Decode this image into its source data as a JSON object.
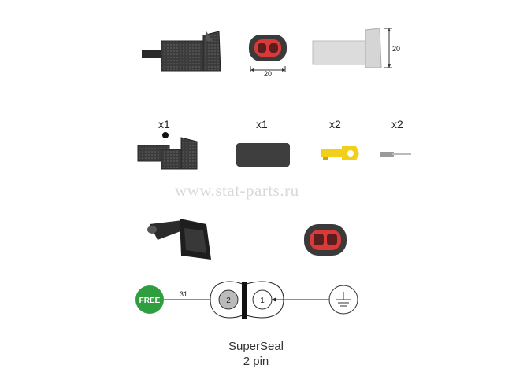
{
  "dimensions": {
    "width": "20",
    "height": "20"
  },
  "quantities": {
    "housing": "x1",
    "seal": "x1",
    "terminal": "x2",
    "pin": "x2"
  },
  "watermark": "www.stat-parts.ru",
  "wiring": {
    "free_label": "FREE",
    "wire_number": "31",
    "pin2": "2",
    "pin1": "1"
  },
  "caption": {
    "line1": "SuperSeal",
    "line2": "2 pin"
  },
  "colors": {
    "body": "#4a4a4a",
    "seal_red": "#d83a3a",
    "free_green": "#2e9e3e",
    "terminal_yellow": "#f2cf1a"
  }
}
